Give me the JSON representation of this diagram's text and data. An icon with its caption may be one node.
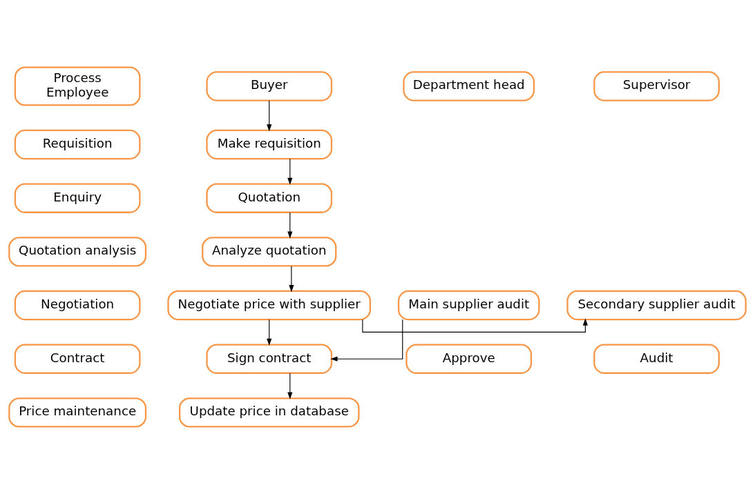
{
  "diagram": {
    "nodes": [
      {
        "text": [
          "Process",
          "Employee"
        ]
      },
      {
        "text": [
          "Buyer"
        ]
      },
      {
        "text": [
          "Supervisor"
        ]
      },
      {
        "text": [
          "Department head"
        ]
      },
      {
        "text": [
          "Requisition"
        ]
      },
      {
        "text": [
          "Make requisition"
        ]
      },
      {
        "text": [
          "Enquiry"
        ]
      },
      {
        "text": [
          "Quotation"
        ]
      },
      {
        "text": [
          "Quotation analysis"
        ]
      },
      {
        "text": [
          "Analyze quotation"
        ]
      },
      {
        "text": [
          "Negotiation"
        ]
      },
      {
        "text": [
          "Negotiate price with supplier"
        ]
      },
      {
        "text": [
          "Secondary supplier audit"
        ]
      },
      {
        "text": [
          "Main supplier audit"
        ]
      },
      {
        "text": [
          "Contract"
        ]
      },
      {
        "text": [
          "Sign contract"
        ]
      },
      {
        "text": [
          "Audit"
        ]
      },
      {
        "text": [
          "Approve"
        ]
      },
      {
        "text": [
          "Price maintenance"
        ]
      },
      {
        "text": [
          "Update price in database"
        ]
      }
    ],
    "edges": [
      {
        "from": 1,
        "to": 5,
        "arrow": "to"
      },
      {
        "from": 5,
        "to": 7,
        "arrow": "to"
      },
      {
        "from": 7,
        "to": 9,
        "arrow": "to"
      },
      {
        "from": 9,
        "to": 11,
        "arrow": "to"
      },
      {
        "from": 11,
        "to": 12,
        "arrow": "to"
      },
      {
        "from": 11,
        "to": 15,
        "arrow": "to"
      },
      {
        "from": 13,
        "to": 15,
        "arrow": "to"
      },
      {
        "from": 15,
        "to": 19,
        "arrow": "to"
      }
    ]
  }
}
